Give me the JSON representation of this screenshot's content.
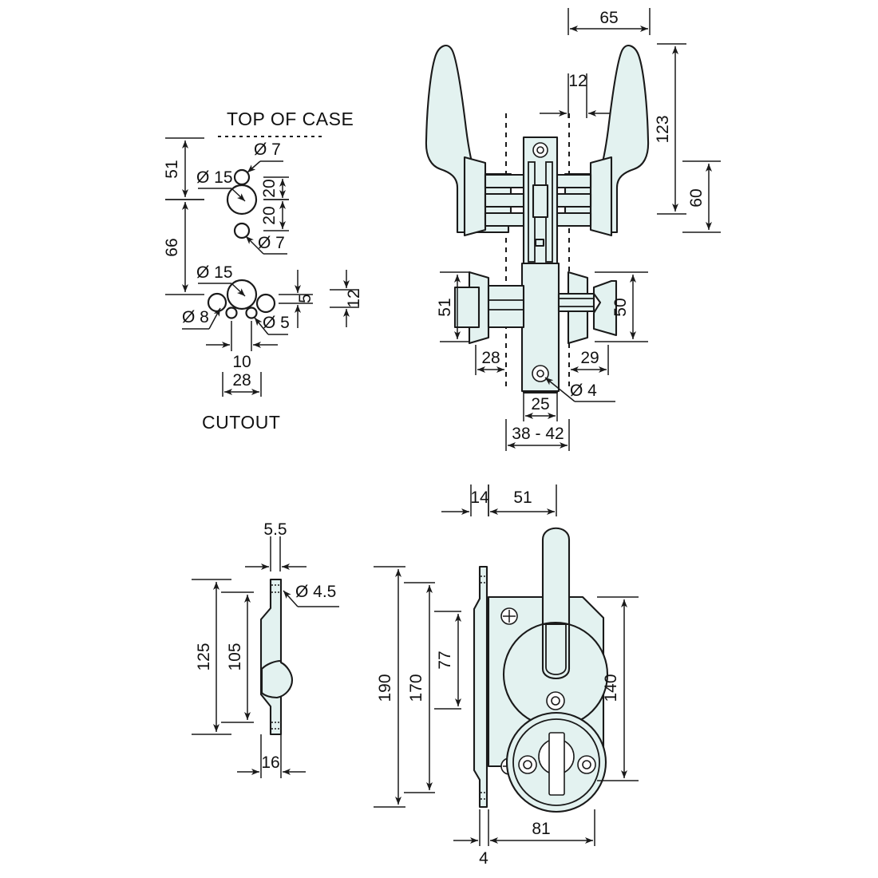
{
  "document": {
    "title": "Mortise lock with lever handles – dimensioned technical drawing",
    "units": "mm",
    "line_color": "#1a1a1a",
    "fill_color": "#e3f2f0",
    "background": "#ffffff"
  },
  "views": {
    "cutout": {
      "name": "cutout-view",
      "heading": "TOP OF CASE",
      "caption": "CUTOUT",
      "dimensions": {
        "v_top": "51",
        "v_bottom": "66",
        "hole_top_small": "Ø 7",
        "hole_top_large": "Ø 15",
        "hole_gap_upper": "20",
        "hole_gap_lower": "20",
        "hole_bottom_small": "Ø 7",
        "hole_lower_large": "Ø 15",
        "hole_left_med": "Ø 8",
        "hole_right_small": "Ø 5",
        "offset_5": "5",
        "offset_12": "12",
        "span_10": "10",
        "span_28": "28"
      }
    },
    "lever_front": {
      "name": "lever-front-view",
      "dimensions": {
        "lever_reach": "65",
        "rose_offset": "12",
        "overall_height": "123",
        "rose_height": "60",
        "rose_width_51": "51",
        "knob_height_50": "50",
        "left_offset_28": "28",
        "right_offset_29": "29",
        "screw_hole": "Ø 4",
        "spindle_25": "25",
        "door_thickness": "38 - 42"
      }
    },
    "faceplate_side": {
      "name": "faceplate-side-view",
      "dimensions": {
        "thickness": "5.5",
        "fixing_hole": "Ø 4.5",
        "overall_length": "125",
        "hole_centres": "105",
        "plate_depth": "16"
      }
    },
    "lock_body": {
      "name": "lock-body-front-view",
      "dimensions": {
        "backset_14": "14",
        "spindle_to_edge_51": "51",
        "overall_190": "190",
        "case_170": "170",
        "spindle_centre_77": "77",
        "case_height_140": "140",
        "case_width_81": "81",
        "faceplate_4": "4"
      }
    }
  },
  "icons": {
    "screw": "screw-cross-icon",
    "keyhole": "keyhole-icon",
    "pivot": "pivot-hole-icon"
  }
}
